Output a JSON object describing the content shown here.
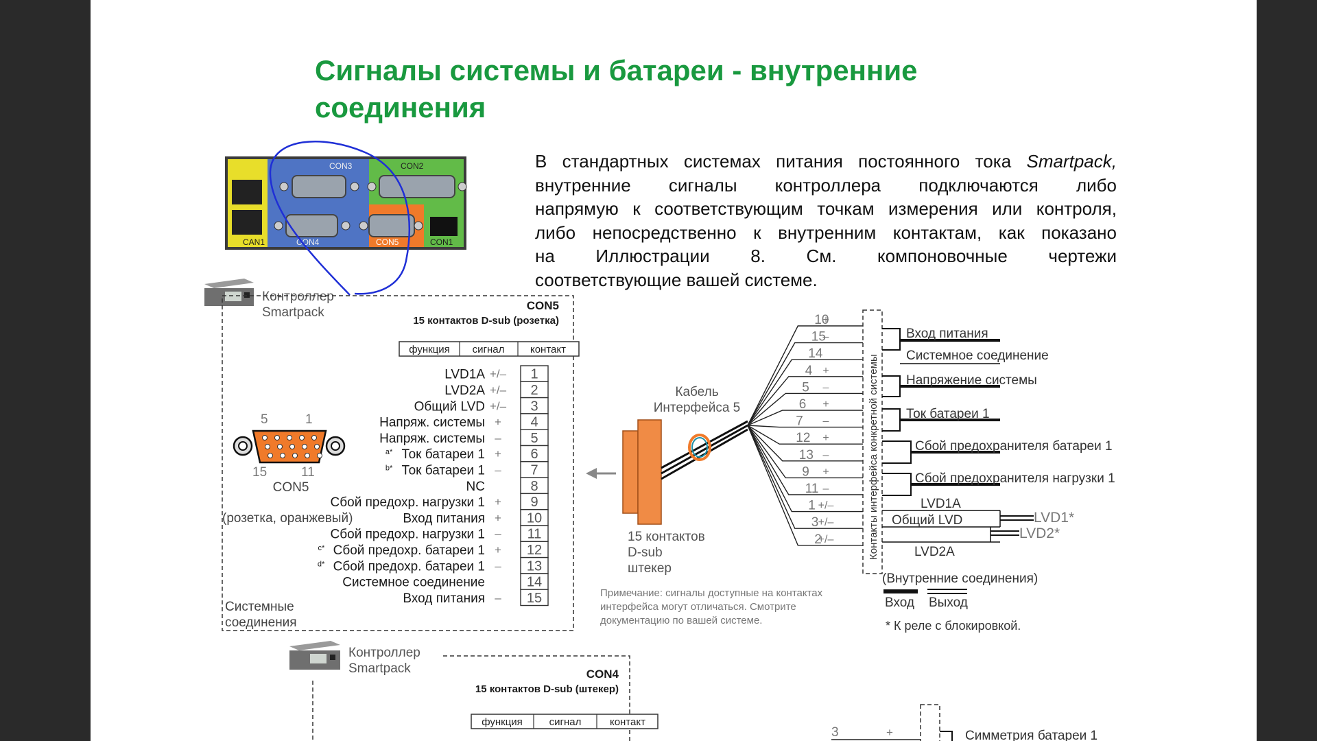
{
  "title": {
    "line1": "Сигналы системы и батареи - внутренние",
    "line2": "соединения"
  },
  "paragraph": {
    "line1_pre": "В стандартных системах питания постоянного тока ",
    "line1_em": "Smartpack,",
    "line2": "внутренние сигналы контроллера подключаются либо",
    "line3": "напрямую к соответствующим точкам измерения или контроля,",
    "line4": "либо непосредственно к внутренним контактам, как показано",
    "line5": "на Иллюстрации 8. См. компоновочные чертежи",
    "line6": "соответствующие вашей системе."
  },
  "photo": {
    "labels": {
      "con3": "CON3",
      "con2": "CON2",
      "can1": "CAN1",
      "con4": "CON4",
      "con5": "CON5",
      "con1": "CON1"
    }
  },
  "controller1": {
    "line1": "Контроллер",
    "line2": "Smartpack"
  },
  "controller2": {
    "line1": "Контроллер",
    "line2": "Smartpack"
  },
  "con5_box": {
    "title": "CON5",
    "subtitle": "15 контактов D-sub (розетка)",
    "col_function": "функция",
    "col_signal": "сигнал",
    "col_contact": "контакт",
    "rows": [
      {
        "fn": "LVD1A",
        "pre": "",
        "sig": "+/–",
        "pin": "1"
      },
      {
        "fn": "LVD2A",
        "pre": "",
        "sig": "+/–",
        "pin": "2"
      },
      {
        "fn": "Общий LVD",
        "pre": "",
        "sig": "+/–",
        "pin": "3"
      },
      {
        "fn": "Напряж. системы",
        "pre": "",
        "sig": "+",
        "pin": "4"
      },
      {
        "fn": "Напряж. системы",
        "pre": "",
        "sig": "–",
        "pin": "5"
      },
      {
        "fn": "Ток батареи 1",
        "pre": "a*",
        "sig": "+",
        "pin": "6"
      },
      {
        "fn": "Ток батареи 1",
        "pre": "b*",
        "sig": "–",
        "pin": "7"
      },
      {
        "fn": "NC",
        "pre": "",
        "sig": "",
        "pin": "8"
      },
      {
        "fn": "Сбой предохр. нагрузки 1",
        "pre": "",
        "sig": "+",
        "pin": "9"
      },
      {
        "fn": "Вход питания",
        "pre": "",
        "sig": "+",
        "pin": "10"
      },
      {
        "fn": "Сбой предохр. нагрузки 1",
        "pre": "",
        "sig": "–",
        "pin": "11"
      },
      {
        "fn": "Сбой предохр. батареи 1",
        "pre": "c*",
        "sig": "+",
        "pin": "12"
      },
      {
        "fn": "Сбой предохр. батареи 1",
        "pre": "d*",
        "sig": "–",
        "pin": "13"
      },
      {
        "fn": "Системное соединение",
        "pre": "",
        "sig": "",
        "pin": "14"
      },
      {
        "fn": "Вход питания",
        "pre": "",
        "sig": "–",
        "pin": "15"
      }
    ],
    "connector_label": "CON5",
    "connector_desc": "(розетка, оранжевый)",
    "pin_5": "5",
    "pin_1": "1",
    "pin_15": "15",
    "pin_11": "11",
    "bottom_left_1": "Системные",
    "bottom_left_2": "соединения"
  },
  "cable": {
    "label1": "Кабель",
    "label2": "Интерфейса 5",
    "plug1": "15 контактов",
    "plug2": "D-sub",
    "plug3": "штекер"
  },
  "note": {
    "line1": "Примечание: сигналы доступные на контактах",
    "line2": "интерфейса могут отличаться. Смотрите",
    "line3": "документацию по вашей системе."
  },
  "fan": {
    "rows": [
      {
        "pin": "10",
        "sig": "+"
      },
      {
        "pin": "15",
        "sig": "–"
      },
      {
        "pin": "14",
        "sig": ""
      },
      {
        "pin": "4",
        "sig": "+"
      },
      {
        "pin": "5",
        "sig": "–"
      },
      {
        "pin": "6",
        "sig": "+"
      },
      {
        "pin": "7",
        "sig": "–"
      },
      {
        "pin": "12",
        "sig": "+"
      },
      {
        "pin": "13",
        "sig": "–"
      },
      {
        "pin": "9",
        "sig": "+"
      },
      {
        "pin": "11",
        "sig": "–"
      },
      {
        "pin": "1",
        "sig": "+/–"
      },
      {
        "pin": "3",
        "sig": "+/–"
      },
      {
        "pin": "2",
        "sig": "+/–"
      }
    ],
    "vertical_label": "Контакты интерфейса конкретной системы"
  },
  "outputs": {
    "power_in": "Вход питания",
    "sys_conn": "Системное соединение",
    "sys_volt": "Напряжение системы",
    "batt_cur": "Ток батареи 1",
    "batt_fuse": "Сбой предохранителя батареи 1",
    "load_fuse": "Сбой предохранителя нагрузки 1",
    "lvd1a": "LVD1A",
    "common": "Общий LVD",
    "lvd2a": "LVD2A",
    "lvd1": "LVD1*",
    "lvd2": "LVD2*"
  },
  "legend": {
    "internal": "(Внутренние соединения)",
    "input": "Вход",
    "output": "Выход",
    "footnote": "* К реле с блокировкой."
  },
  "con4_box": {
    "title": "CON4",
    "subtitle": "15 контактов D-sub (штекер)",
    "col_function": "функция",
    "col_signal": "сигнал",
    "col_contact": "контакт"
  },
  "bottom_fan": {
    "pin": "3",
    "sig": "+",
    "out_label": "Симметрия батареи 1"
  },
  "colors": {
    "title_green": "#19993f",
    "circle_blue": "#1f2fd6",
    "connector_orange": "#f07a2a"
  }
}
